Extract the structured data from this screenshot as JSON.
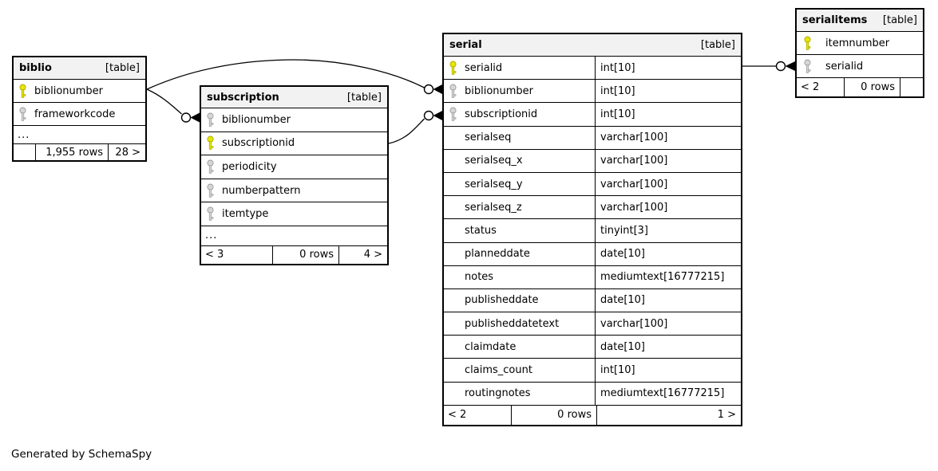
{
  "generator_note": "Generated by SchemaSpy",
  "colors": {
    "header_bg": "#f2f2f2",
    "border": "#000000",
    "primary_key": "#e6e600",
    "primary_key_stroke": "#a8a800",
    "foreign_key": "#d6d6d6",
    "foreign_key_stroke": "#9a9a9a"
  },
  "tables": [
    {
      "id": "biblio",
      "name": "biblio",
      "badge": "[table]",
      "columns": [
        {
          "name": "biblionumber",
          "key": "primary"
        },
        {
          "name": "frameworkcode",
          "key": "foreign"
        }
      ],
      "ellipsis": "...",
      "footer": [
        "",
        "1,955 rows",
        "28 >"
      ]
    },
    {
      "id": "subscription",
      "name": "subscription",
      "badge": "[table]",
      "columns": [
        {
          "name": "biblionumber",
          "key": "foreign"
        },
        {
          "name": "subscriptionid",
          "key": "primary"
        },
        {
          "name": "periodicity",
          "key": "foreign"
        },
        {
          "name": "numberpattern",
          "key": "foreign"
        },
        {
          "name": "itemtype",
          "key": "foreign"
        }
      ],
      "ellipsis": "...",
      "footer": [
        "< 3",
        "0 rows",
        "4 >"
      ]
    },
    {
      "id": "serial",
      "name": "serial",
      "badge": "[table]",
      "columns": [
        {
          "name": "serialid",
          "type": "int[10]",
          "key": "primary"
        },
        {
          "name": "biblionumber",
          "type": "int[10]",
          "key": "foreign"
        },
        {
          "name": "subscriptionid",
          "type": "int[10]",
          "key": "foreign"
        },
        {
          "name": "serialseq",
          "type": "varchar[100]",
          "key": "none"
        },
        {
          "name": "serialseq_x",
          "type": "varchar[100]",
          "key": "none"
        },
        {
          "name": "serialseq_y",
          "type": "varchar[100]",
          "key": "none"
        },
        {
          "name": "serialseq_z",
          "type": "varchar[100]",
          "key": "none"
        },
        {
          "name": "status",
          "type": "tinyint[3]",
          "key": "none"
        },
        {
          "name": "planneddate",
          "type": "date[10]",
          "key": "none"
        },
        {
          "name": "notes",
          "type": "mediumtext[16777215]",
          "key": "none"
        },
        {
          "name": "publisheddate",
          "type": "date[10]",
          "key": "none"
        },
        {
          "name": "publisheddatetext",
          "type": "varchar[100]",
          "key": "none"
        },
        {
          "name": "claimdate",
          "type": "date[10]",
          "key": "none"
        },
        {
          "name": "claims_count",
          "type": "int[10]",
          "key": "none"
        },
        {
          "name": "routingnotes",
          "type": "mediumtext[16777215]",
          "key": "none"
        }
      ],
      "footer": [
        "< 2",
        "0 rows",
        "1 >"
      ]
    },
    {
      "id": "serialitems",
      "name": "serialitems",
      "badge": "[table]",
      "columns": [
        {
          "name": "itemnumber",
          "key": "primary"
        },
        {
          "name": "serialid",
          "key": "foreign"
        }
      ],
      "footer": [
        "< 2",
        "0 rows",
        ""
      ]
    }
  ],
  "relations": [
    {
      "from": "biblio.biblionumber",
      "to": "subscription.biblionumber"
    },
    {
      "from": "biblio.biblionumber",
      "to": "serial.biblionumber"
    },
    {
      "from": "subscription.subscriptionid",
      "to": "serial.subscriptionid"
    },
    {
      "from": "serial.serialid",
      "to": "serialitems.serialid"
    }
  ]
}
